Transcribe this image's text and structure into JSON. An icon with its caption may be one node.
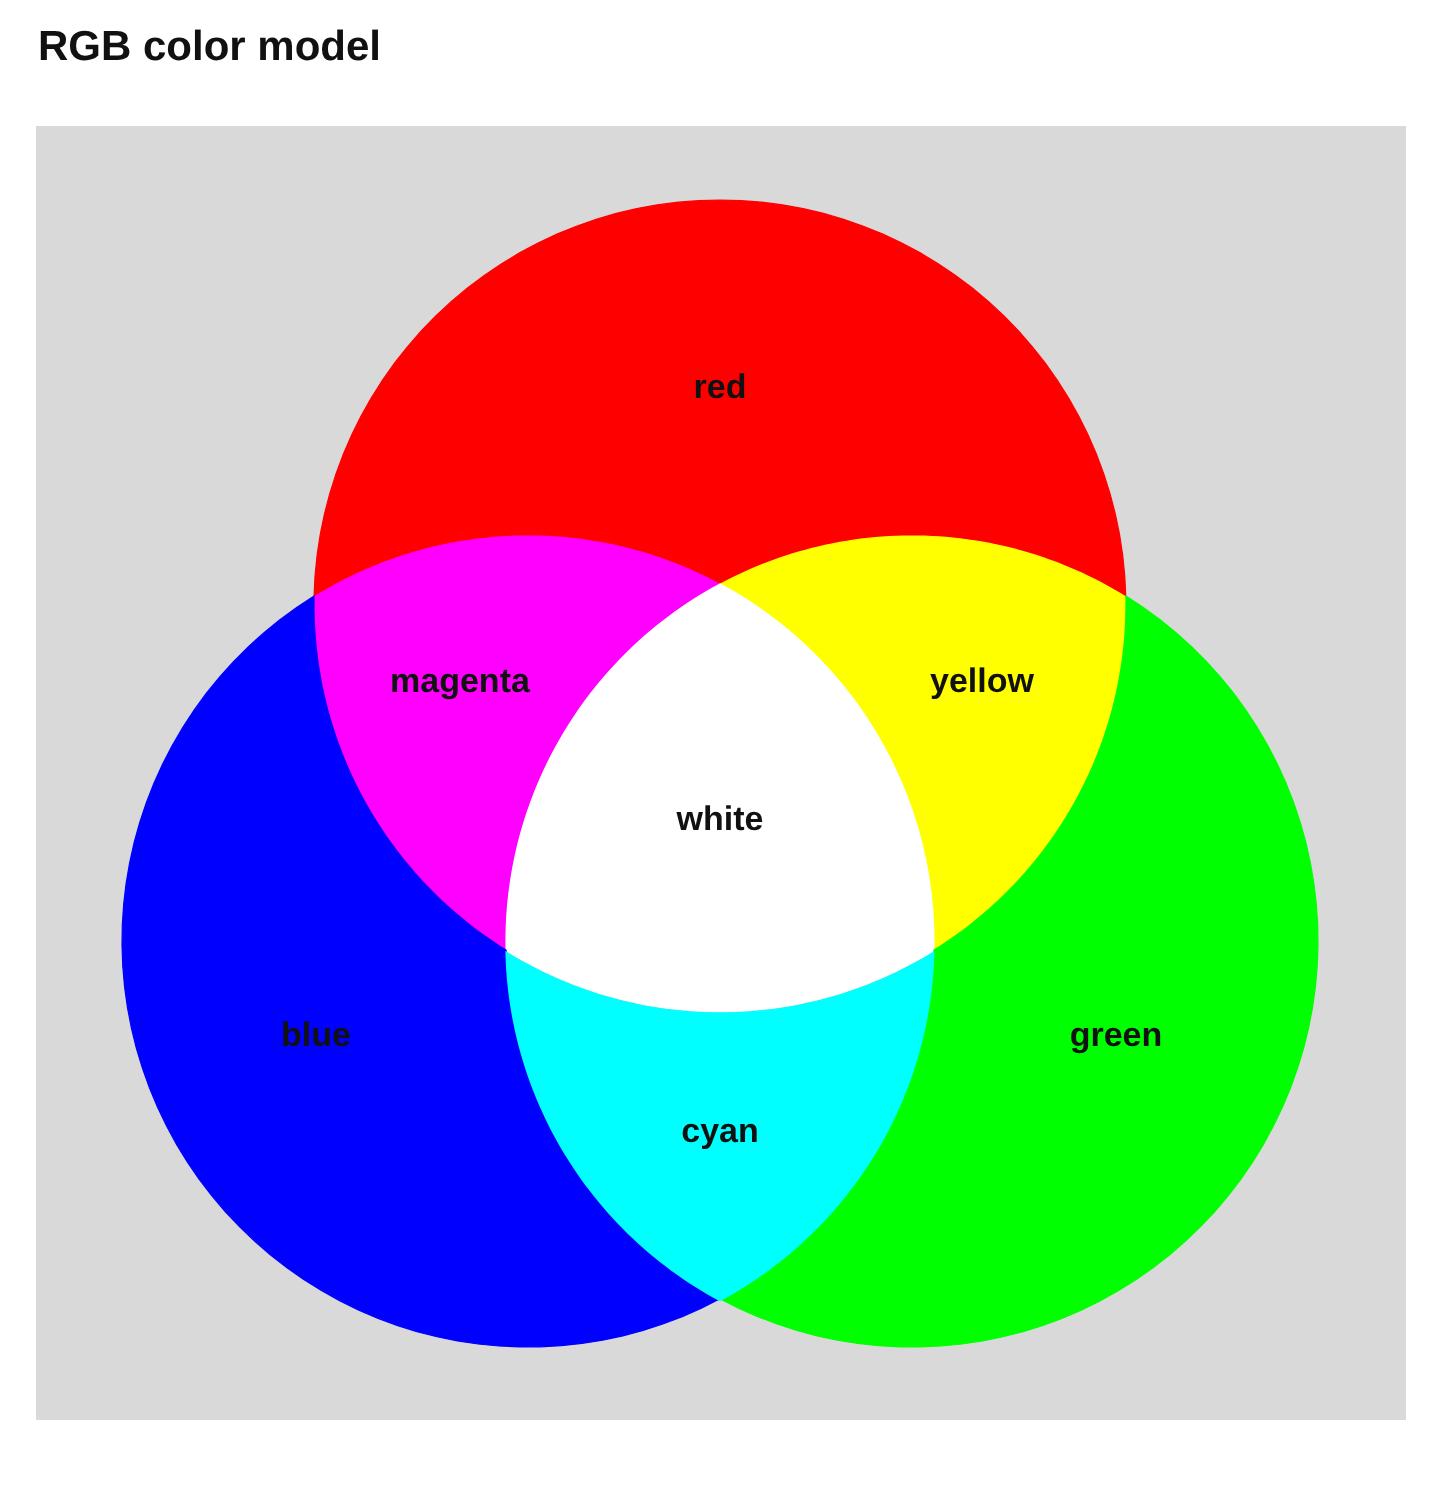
{
  "diagram": {
    "title": "RGB color model",
    "nodes": [
      {
        "text": [
          "red"
        ]
      },
      {
        "text": [
          "magenta"
        ]
      },
      {
        "text": [
          "yellow"
        ]
      },
      {
        "text": [
          "white"
        ]
      },
      {
        "text": [
          "blue"
        ]
      },
      {
        "text": [
          "green"
        ]
      },
      {
        "text": [
          "cyan"
        ]
      }
    ]
  }
}
